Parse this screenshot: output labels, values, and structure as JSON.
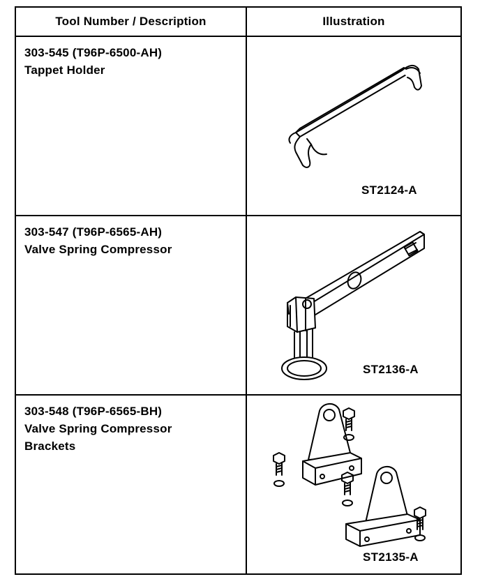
{
  "table": {
    "headers": {
      "tool": "Tool Number / Description",
      "illustration": "Illustration"
    },
    "rows": [
      {
        "tool_number": "303-545 (T96P-6500-AH)",
        "description": [
          "Tappet Holder"
        ],
        "figure_code": "ST2124-A",
        "icon": "tappet-holder-drawing"
      },
      {
        "tool_number": "303-547 (T96P-6565-AH)",
        "description": [
          "Valve Spring Compressor"
        ],
        "figure_code": "ST2136-A",
        "icon": "valve-spring-compressor-drawing"
      },
      {
        "tool_number": "303-548 (T96P-6565-BH)",
        "description": [
          "Valve Spring Compressor",
          "Brackets"
        ],
        "figure_code": "ST2135-A",
        "icon": "compressor-brackets-drawing"
      }
    ]
  }
}
